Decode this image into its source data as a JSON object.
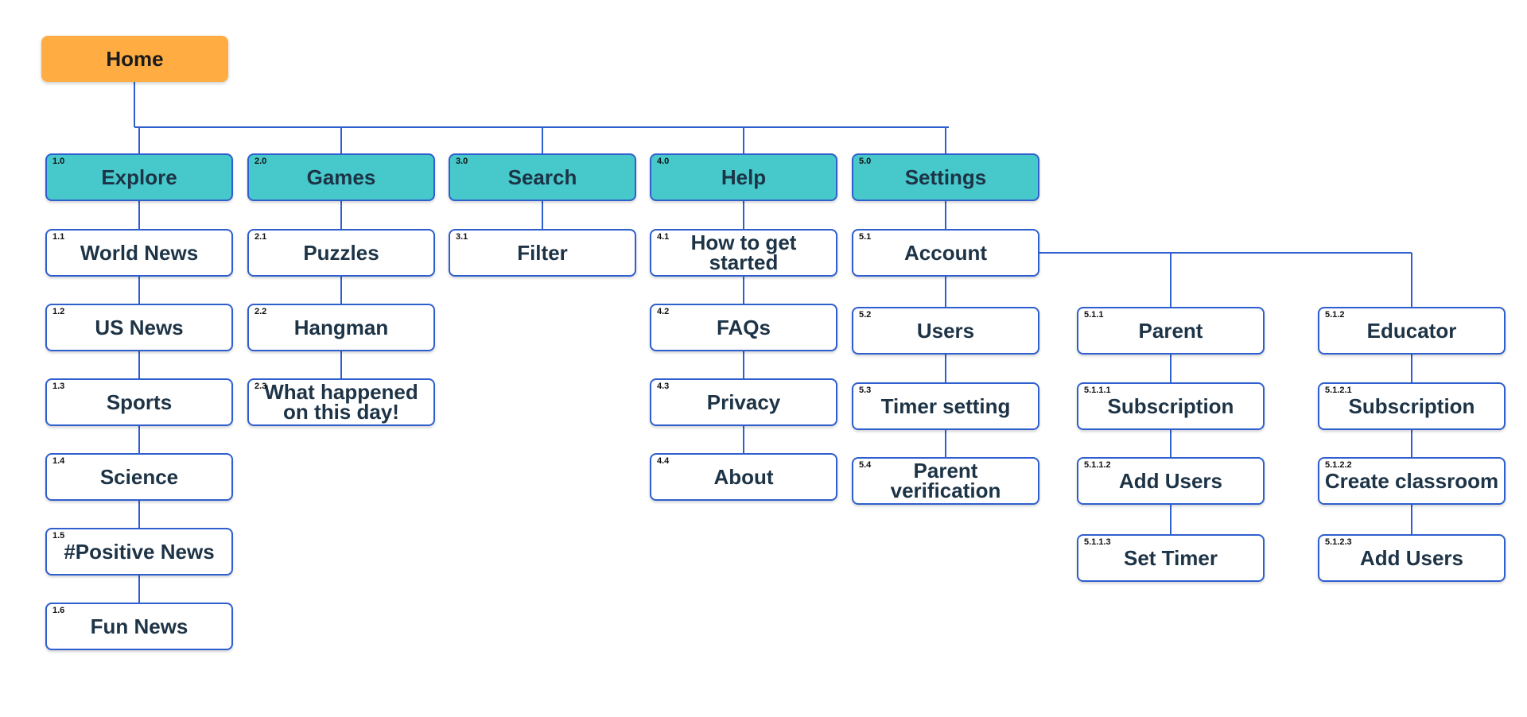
{
  "diagram": {
    "colors": {
      "home_fill": "#ffad42",
      "section_fill": "#47c9cb",
      "node_border": "#2f5fcf",
      "connector": "#2f5fcf",
      "text": "#1d3346"
    },
    "home": {
      "label": "Home"
    },
    "sections": {
      "explore": {
        "number": "1.0",
        "label": "Explore",
        "children": [
          {
            "number": "1.1",
            "label": "World News"
          },
          {
            "number": "1.2",
            "label": "US News"
          },
          {
            "number": "1.3",
            "label": "Sports"
          },
          {
            "number": "1.4",
            "label": "Science"
          },
          {
            "number": "1.5",
            "label": "#Positive News"
          },
          {
            "number": "1.6",
            "label": "Fun News"
          }
        ]
      },
      "games": {
        "number": "2.0",
        "label": "Games",
        "children": [
          {
            "number": "2.1",
            "label": "Puzzles"
          },
          {
            "number": "2.2",
            "label": "Hangman"
          },
          {
            "number": "2.3",
            "label": "What happened on this day!"
          }
        ]
      },
      "search": {
        "number": "3.0",
        "label": "Search",
        "children": [
          {
            "number": "3.1",
            "label": "Filter"
          }
        ]
      },
      "help": {
        "number": "4.0",
        "label": "Help",
        "children": [
          {
            "number": "4.1",
            "label": "How to get started"
          },
          {
            "number": "4.2",
            "label": "FAQs"
          },
          {
            "number": "4.3",
            "label": "Privacy"
          },
          {
            "number": "4.4",
            "label": "About"
          }
        ]
      },
      "settings": {
        "number": "5.0",
        "label": "Settings",
        "children": [
          {
            "number": "5.1",
            "label": "Account"
          },
          {
            "number": "5.2",
            "label": "Users"
          },
          {
            "number": "5.3",
            "label": "Timer setting"
          },
          {
            "number": "5.4",
            "label": "Parent verification"
          }
        ],
        "account_branches": {
          "parent": {
            "number": "5.1.1",
            "label": "Parent",
            "children": [
              {
                "number": "5.1.1.1",
                "label": "Subscription"
              },
              {
                "number": "5.1.1.2",
                "label": "Add Users"
              },
              {
                "number": "5.1.1.3",
                "label": "Set Timer"
              }
            ]
          },
          "educator": {
            "number": "5.1.2",
            "label": "Educator",
            "children": [
              {
                "number": "5.1.2.1",
                "label": "Subscription"
              },
              {
                "number": "5.1.2.2",
                "label": "Create classroom"
              },
              {
                "number": "5.1.2.3",
                "label": "Add Users"
              }
            ]
          }
        }
      }
    }
  }
}
